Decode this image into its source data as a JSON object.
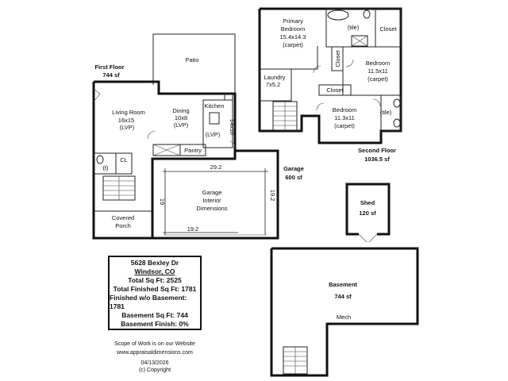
{
  "first_floor": {
    "title": "First Floor",
    "area": "744 sf"
  },
  "patio": "Patio",
  "living_room": {
    "name": "Living Room",
    "dims": "16x15",
    "floor": "(LVP)"
  },
  "dining": {
    "name": "Dining",
    "dims": "10x8",
    "floor": "(LVP)"
  },
  "kitchen": {
    "name": "Kitchen",
    "dims": "14x10",
    "floor": "(LVP)"
  },
  "pantry": "Pantry",
  "cl": "CL",
  "toilet": "(t)",
  "covered_porch": [
    "Covered",
    "Porch"
  ],
  "garage": {
    "title": "Garage",
    "area": "600 sf",
    "interior": [
      "Garage",
      "Interior",
      "Dimensions"
    ],
    "width_top": "29.2",
    "width_bottom": "19.2",
    "depth_left": "19",
    "depth_right": "19.2"
  },
  "second_floor": {
    "title": "Second Floor",
    "area": "1036.5 sf"
  },
  "primary_bedroom": {
    "name": [
      "Primary",
      "Bedroom"
    ],
    "dims": "15.4x14.3",
    "floor": "(carpet)"
  },
  "tile_primary": "(tile)",
  "closet_primary": "Closet",
  "closet_vertical": "Closet",
  "bedroom_2": {
    "name": "Bedroom",
    "dims": "11.5x11",
    "floor": "(carpet)"
  },
  "laundry": {
    "name": "Laundry",
    "dims": "7x5.2"
  },
  "closet_hall": "Closet",
  "bedroom_3": {
    "name": "Bedroom",
    "dims": "11.3x11",
    "floor": "(carpet)"
  },
  "tile_hall": "(tile)",
  "shed": {
    "name": "Shed",
    "area": "120 sf"
  },
  "basement": {
    "name": "Basement",
    "area": "744 sf",
    "mech": "Mech"
  },
  "info": {
    "address": "5628 Bexley Dr",
    "city": "Windsor, CO",
    "total": "Total Sq Ft: 2525",
    "total_finished": "Total Finished Sq Ft: 1781",
    "finished_wo_basement": "Finished w/o Basement: 1781",
    "basement_sqft": "Basement Sq Ft: 744",
    "basement_finish": "Basement Finish: 0%"
  },
  "footer": {
    "scope": "Scope of Work is on our Website",
    "website": "www.appraisaldimensions.com",
    "date": "04/13/2026",
    "copyright": "(c) Copyright"
  }
}
